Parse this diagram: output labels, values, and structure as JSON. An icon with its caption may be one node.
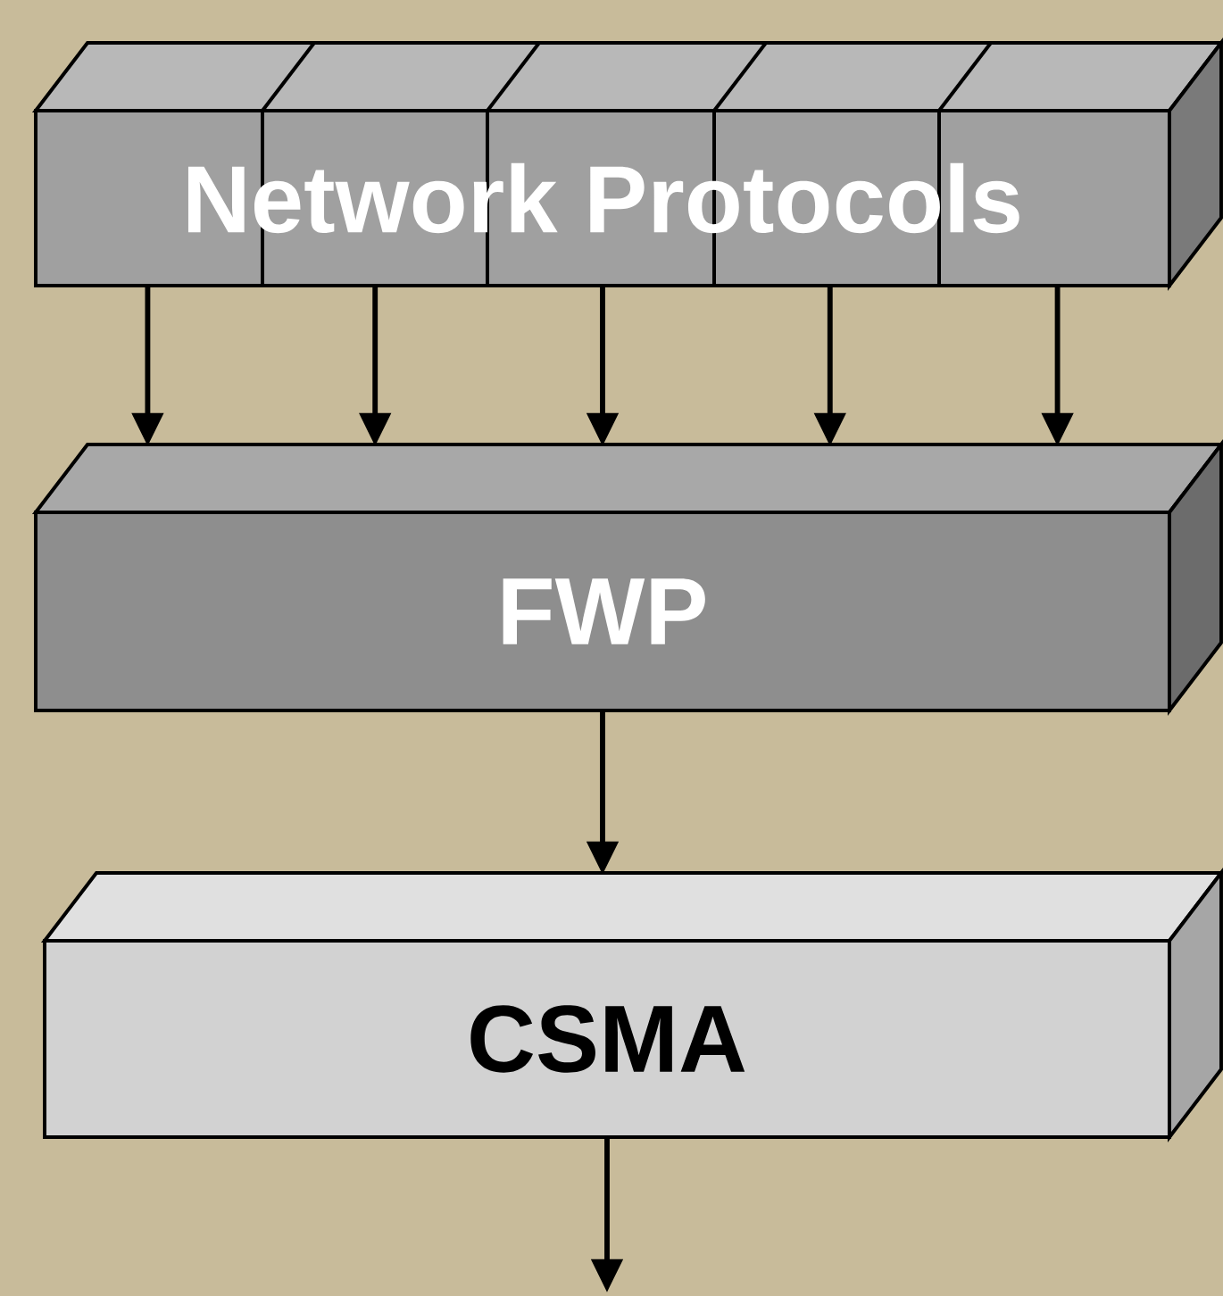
{
  "diagram": {
    "nodes": [
      {
        "text": [
          "Network Protocols"
        ]
      },
      {
        "text": [
          "FWP"
        ]
      },
      {
        "text": [
          "CSMA"
        ]
      }
    ],
    "edges": [
      {
        "from": 0,
        "to": 1,
        "arrow": "to"
      },
      {
        "from": 0,
        "to": 1,
        "arrow": "to"
      },
      {
        "from": 0,
        "to": 1,
        "arrow": "to"
      },
      {
        "from": 0,
        "to": 1,
        "arrow": "to"
      },
      {
        "from": 0,
        "to": 1,
        "arrow": "to"
      },
      {
        "from": 1,
        "to": 2,
        "arrow": "to"
      },
      {
        "from": 2,
        "to": null,
        "arrow": "to"
      }
    ]
  }
}
